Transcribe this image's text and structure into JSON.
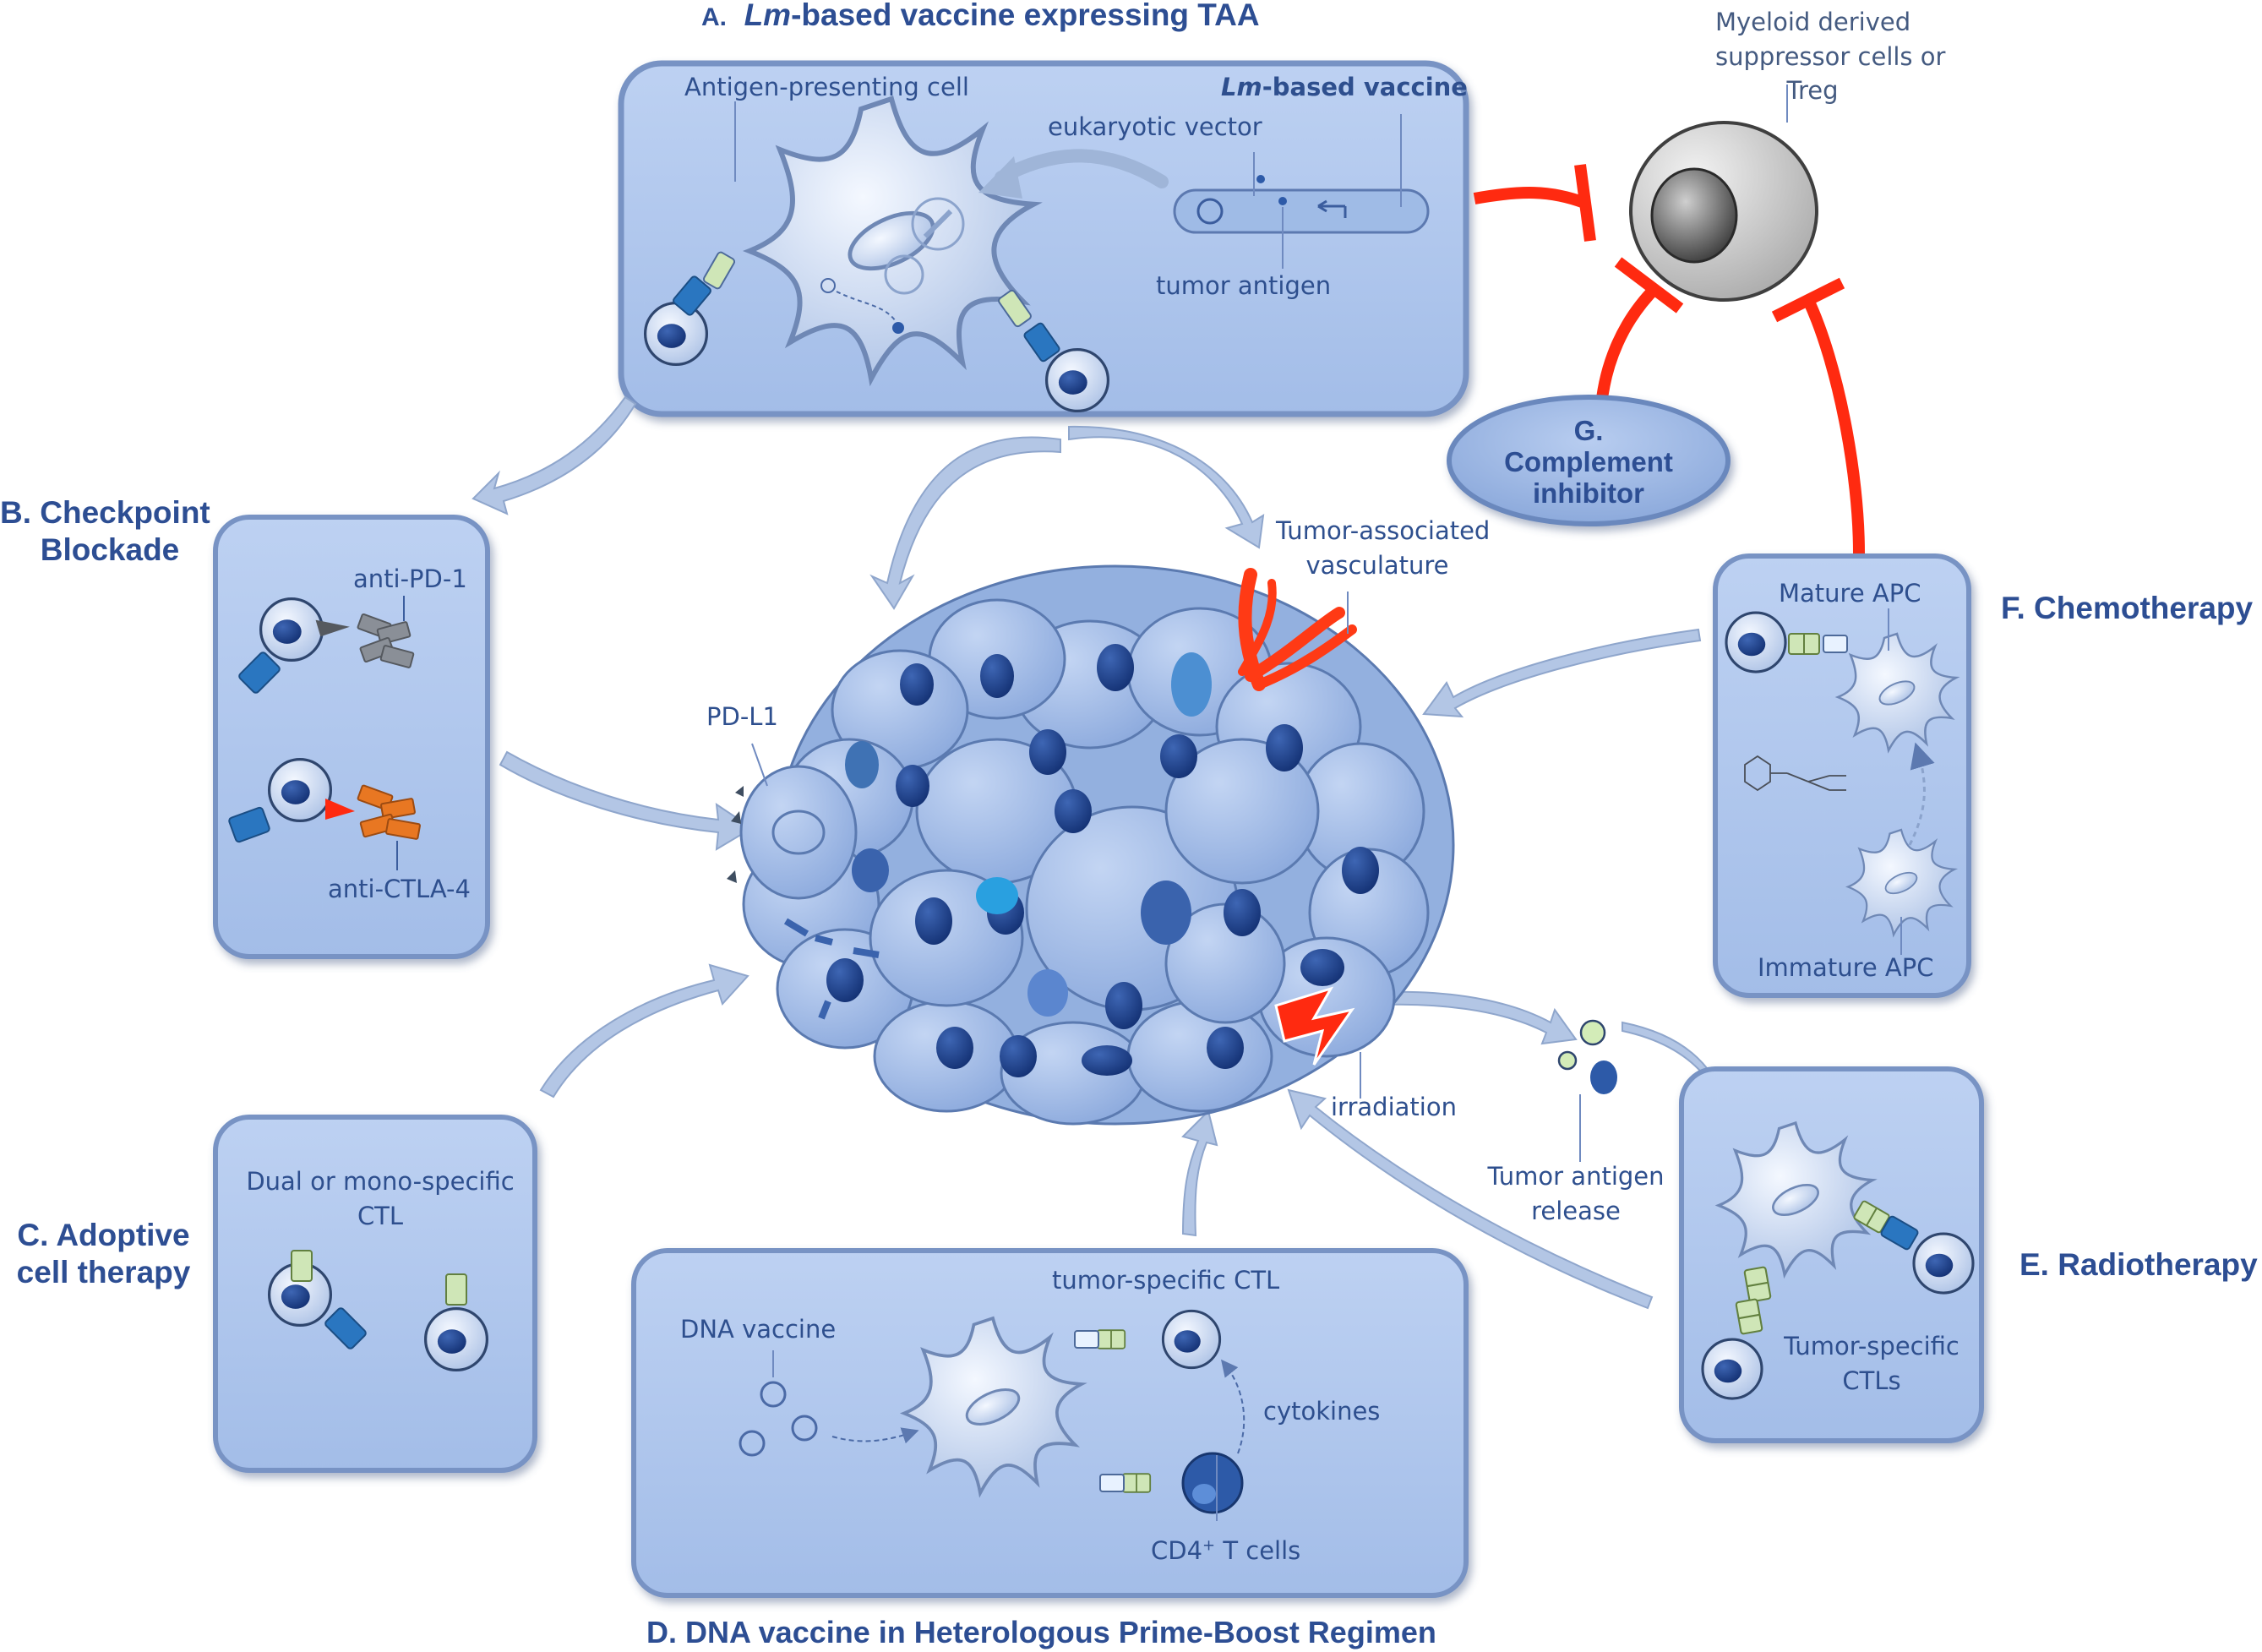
{
  "colors": {
    "panel_fill": "#a9c3ec",
    "panel_border": "#6b88bd",
    "text_blue": "#2e4f8e",
    "inhibition_red": "#ff2a10",
    "tumor_cell": "#9cb9e6",
    "nucleus": "#1f3f86"
  },
  "sections": {
    "a": {
      "prefix": "A.",
      "italic": "Lm",
      "rest": "-based vaccine expressing TAA"
    },
    "b": {
      "line1": "B. Checkpoint",
      "line2": "Blockade"
    },
    "c": {
      "line1": "C. Adoptive",
      "line2": "cell therapy"
    },
    "d": {
      "title": "D. DNA vaccine in Heterologous Prime-Boost Regimen"
    },
    "e": {
      "title": "E. Radiotherapy"
    },
    "f": {
      "title": "F. Chemotherapy"
    },
    "g": {
      "line1": "G.",
      "line2": "Complement",
      "line3": "inhibitor"
    }
  },
  "labels": {
    "apc": "Antigen-presenting cell",
    "lm_vaccine_italic": "Lm",
    "lm_vaccine_rest": "-based vaccine",
    "euk_vector": "eukaryotic vector",
    "tumor_antigen": "tumor antigen",
    "mdsc_line1": "Myeloid derived",
    "mdsc_line2": "suppressor cells or",
    "mdsc_line3": "Treg",
    "anti_pd1": "anti-PD-1",
    "anti_ctla4": "anti-CTLA-4",
    "pdl1": "PD-L1",
    "vasc_line1": "Tumor-associated",
    "vasc_line2": "vasculature",
    "mature_apc": "Mature APC",
    "immature_apc": "Immature APC",
    "irradiation": "irradiation",
    "release_line1": "Tumor antigen",
    "release_line2": "release",
    "dual_line1": "Dual or mono-specific",
    "dual_line2": "CTL",
    "dna_vaccine": "DNA vaccine",
    "tumor_ctl": "tumor-specific CTL",
    "cytokines": "cytokines",
    "cd4_pre": "CD4",
    "cd4_sup": "+",
    "cd4_post": " T cells",
    "ts_ctls_line1": "Tumor-specific",
    "ts_ctls_line2": "CTLs"
  },
  "icons": [
    "dendritic-cell-icon",
    "t-cell-icon",
    "tcr-receptor-icon",
    "mdsc-cell-icon",
    "antibody-icon",
    "tumor-mass-icon",
    "blood-vessel-icon",
    "lightning-icon",
    "cyclophosphamide-structure-icon",
    "plasmid-icon"
  ]
}
